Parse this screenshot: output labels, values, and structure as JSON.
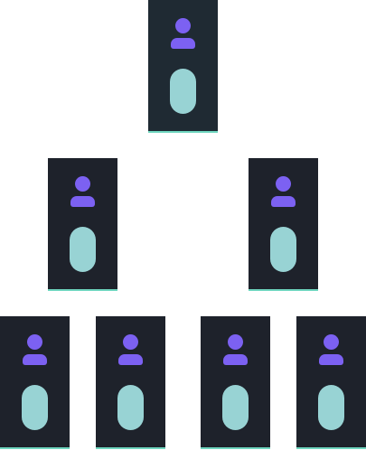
{
  "colors": {
    "card_background": "#1e222b",
    "card_background_root": "#1f2a33",
    "card_accent_border": "#6fd6bf",
    "avatar": "#7c61f2",
    "pill": "#98d3d4",
    "canvas": "#ffffff"
  },
  "icons": {
    "avatar": "person-icon",
    "handle": "pill-shape"
  },
  "org_chart": {
    "levels": [
      {
        "level": 1,
        "card_count": 1
      },
      {
        "level": 2,
        "card_count": 2
      },
      {
        "level": 3,
        "card_count": 4
      }
    ]
  }
}
